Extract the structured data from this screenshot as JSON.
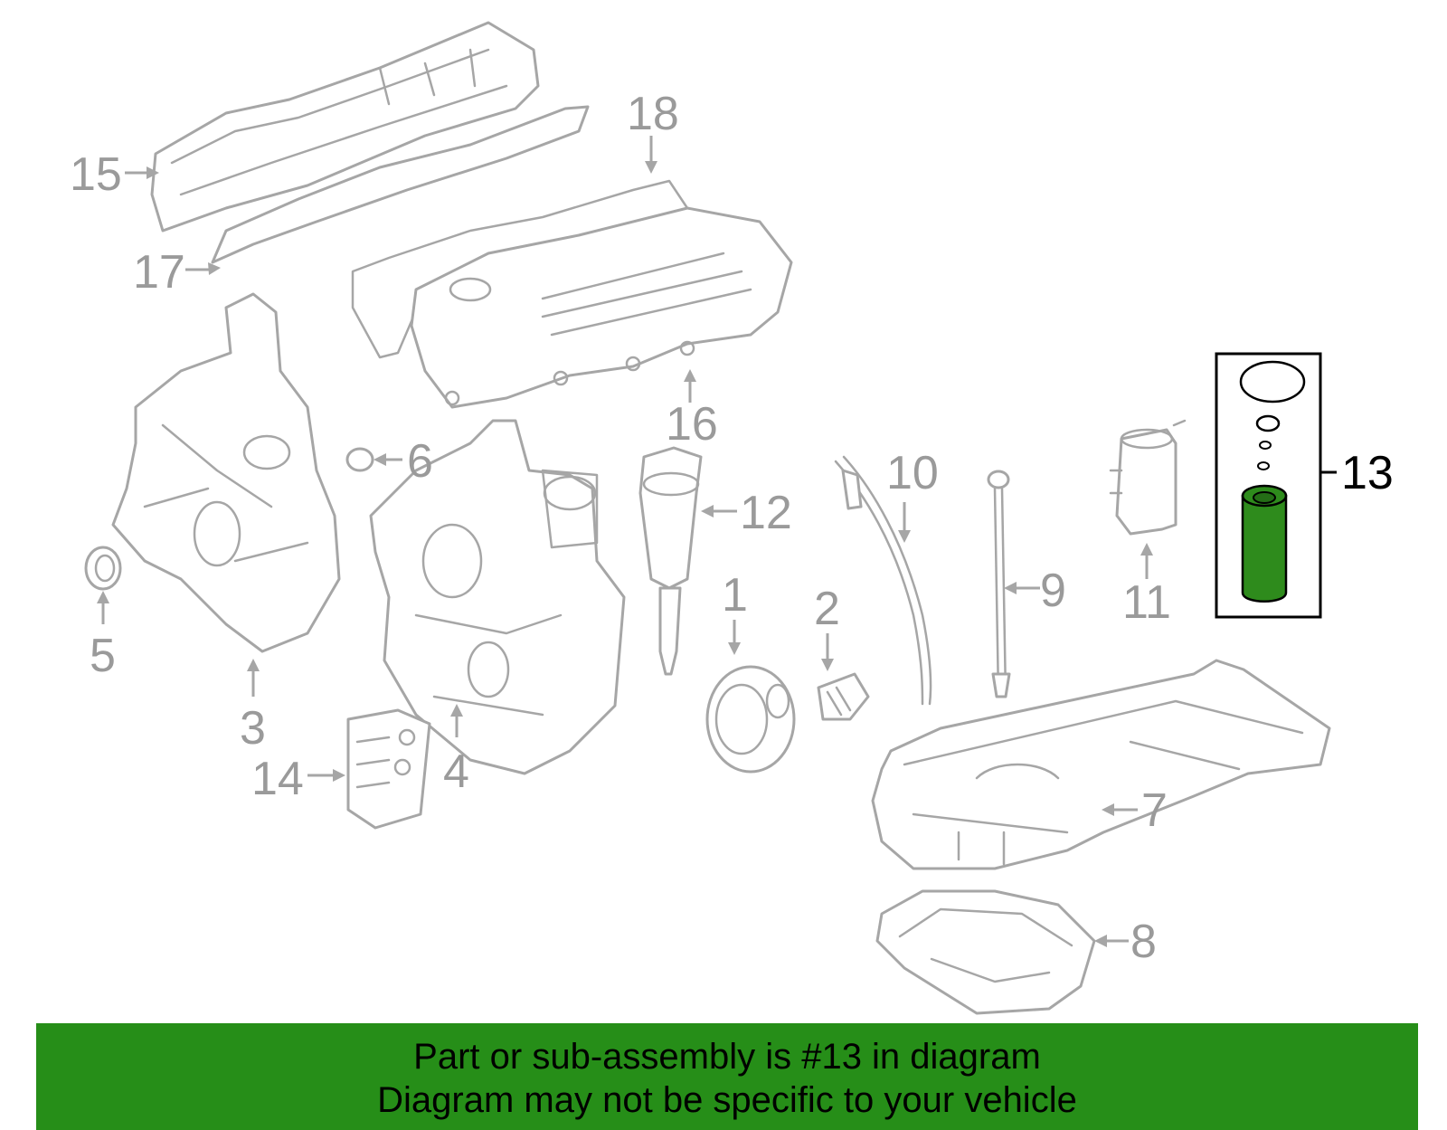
{
  "callouts": {
    "c1": "1",
    "c2": "2",
    "c3": "3",
    "c4": "4",
    "c5": "5",
    "c6": "6",
    "c7": "7",
    "c8": "8",
    "c9": "9",
    "c10": "10",
    "c11": "11",
    "c12": "12",
    "c13": "13",
    "c14": "14",
    "c15": "15",
    "c16": "16",
    "c17": "17",
    "c18": "18"
  },
  "highlight": {
    "part_number": "13",
    "color": "#2e8b1c",
    "box_color": "#000000"
  },
  "banner": {
    "line1": "Part or sub-assembly is #13 in diagram",
    "line2": "Diagram may not be specific to your vehicle",
    "background": "#268e18"
  },
  "colors": {
    "outline": "#a6a6a6",
    "callout_text": "#9a9a9a"
  }
}
